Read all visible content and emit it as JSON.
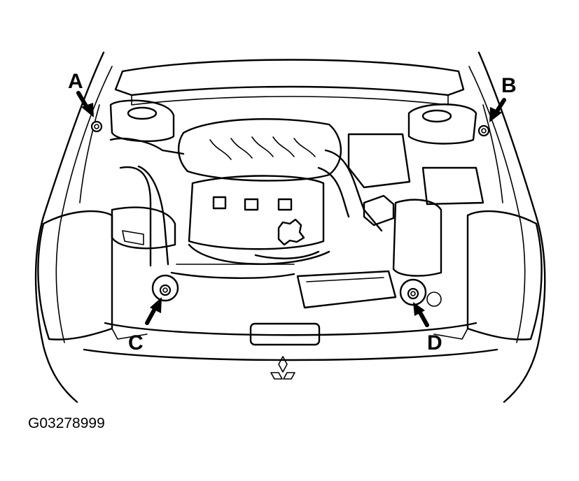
{
  "diagram": {
    "callouts": [
      "A",
      "B",
      "C",
      "D"
    ],
    "figure_code": "G03278999"
  }
}
